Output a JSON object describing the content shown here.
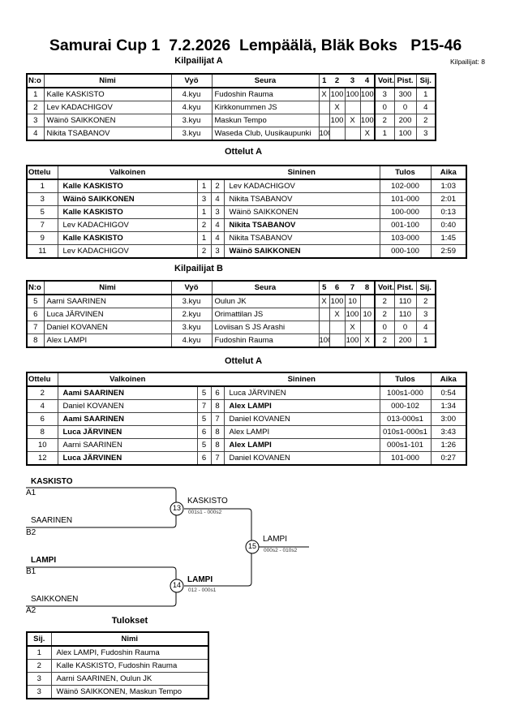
{
  "header": {
    "title": "Samurai Cup 1  7.2.2026  Lempäälä, Bläk Boks   P15-46",
    "competitors_count": "Kilpailijat: 8"
  },
  "pool_a": {
    "title": "Kilpailijat A",
    "columns": [
      "N:o",
      "Nimi",
      "Vyö",
      "Seura",
      "1",
      "2",
      "3",
      "4",
      "Voit.",
      "Pist.",
      "Sij."
    ],
    "rows": [
      {
        "no": "1",
        "name": "Kalle KASKISTO",
        "belt": "4.kyu",
        "club": "Fudoshin Rauma",
        "r": [
          "X",
          "100",
          "100",
          "100"
        ],
        "wins": "3",
        "points": "300",
        "place": "1"
      },
      {
        "no": "2",
        "name": "Lev KADACHIGOV",
        "belt": "4.kyu",
        "club": "Kirkkonummen JS",
        "r": [
          "",
          "X",
          "",
          ""
        ],
        "wins": "0",
        "points": "0",
        "place": "4"
      },
      {
        "no": "3",
        "name": "Wäinö SAIKKONEN",
        "belt": "3.kyu",
        "club": "Maskun Tempo",
        "r": [
          "",
          "100",
          "X",
          "100"
        ],
        "wins": "2",
        "points": "200",
        "place": "2"
      },
      {
        "no": "4",
        "name": "Nikita TSABANOV",
        "belt": "3.kyu",
        "club": "Waseda Club, Uusikaupunki",
        "r": [
          "100",
          "",
          "",
          "X"
        ],
        "wins": "1",
        "points": "100",
        "place": "3"
      }
    ]
  },
  "matches_a": {
    "title": "Ottelut A",
    "columns": [
      "Ottelu",
      "Valkoinen",
      "Sininen",
      "Tulos",
      "Aika"
    ],
    "rows": [
      {
        "no": "1",
        "white": "Kalle KASKISTO",
        "wn": "1",
        "bn": "2",
        "blue": "Lev KADACHIGOV",
        "result": "102-000",
        "time": "1:03",
        "winner": "white"
      },
      {
        "no": "3",
        "white": "Wäinö SAIKKONEN",
        "wn": "3",
        "bn": "4",
        "blue": "Nikita TSABANOV",
        "result": "101-000",
        "time": "2:01",
        "winner": "white"
      },
      {
        "no": "5",
        "white": "Kalle KASKISTO",
        "wn": "1",
        "bn": "3",
        "blue": "Wäinö SAIKKONEN",
        "result": "100-000",
        "time": "0:13",
        "winner": "white"
      },
      {
        "no": "7",
        "white": "Lev KADACHIGOV",
        "wn": "2",
        "bn": "4",
        "blue": "Nikita TSABANOV",
        "result": "001-100",
        "time": "0:40",
        "winner": "blue"
      },
      {
        "no": "9",
        "white": "Kalle KASKISTO",
        "wn": "1",
        "bn": "4",
        "blue": "Nikita TSABANOV",
        "result": "103-000",
        "time": "1:45",
        "winner": "white"
      },
      {
        "no": "11",
        "white": "Lev KADACHIGOV",
        "wn": "2",
        "bn": "3",
        "blue": "Wäinö SAIKKONEN",
        "result": "000-100",
        "time": "2:59",
        "winner": "blue"
      }
    ]
  },
  "pool_b": {
    "title": "Kilpailijat B",
    "columns": [
      "N:o",
      "Nimi",
      "Vyö",
      "Seura",
      "5",
      "6",
      "7",
      "8",
      "Voit.",
      "Pist.",
      "Sij."
    ],
    "rows": [
      {
        "no": "5",
        "name": "Aarni SAARINEN",
        "belt": "3.kyu",
        "club": "Oulun JK",
        "r": [
          "X",
          "100",
          "10",
          ""
        ],
        "wins": "2",
        "points": "110",
        "place": "2"
      },
      {
        "no": "6",
        "name": "Luca JÄRVINEN",
        "belt": "2.kyu",
        "club": "Orimattilan JS",
        "r": [
          "",
          "X",
          "100",
          "10"
        ],
        "wins": "2",
        "points": "110",
        "place": "3"
      },
      {
        "no": "7",
        "name": "Daniel KOVANEN",
        "belt": "3.kyu",
        "club": "Loviisan S JS Arashi",
        "r": [
          "",
          "",
          "X",
          ""
        ],
        "wins": "0",
        "points": "0",
        "place": "4"
      },
      {
        "no": "8",
        "name": "Alex LAMPI",
        "belt": "4.kyu",
        "club": "Fudoshin Rauma",
        "r": [
          "100",
          "",
          "100",
          "X"
        ],
        "wins": "2",
        "points": "200",
        "place": "1"
      }
    ]
  },
  "matches_b": {
    "title": "Ottelut A",
    "columns": [
      "Ottelu",
      "Valkoinen",
      "Sininen",
      "Tulos",
      "Aika"
    ],
    "rows": [
      {
        "no": "2",
        "white": "Aami SAARINEN",
        "wn": "5",
        "bn": "6",
        "blue": "Luca JÄRVINEN",
        "result": "100s1-000",
        "time": "0:54",
        "winner": "white"
      },
      {
        "no": "4",
        "white": "Daniel KOVANEN",
        "wn": "7",
        "bn": "8",
        "blue": "Alex LAMPI",
        "result": "000-102",
        "time": "1:34",
        "winner": "blue"
      },
      {
        "no": "6",
        "white": "Aami SAARINEN",
        "wn": "5",
        "bn": "7",
        "blue": "Daniel KOVANEN",
        "result": "013-000s1",
        "time": "3:00",
        "winner": "white"
      },
      {
        "no": "8",
        "white": "Luca JÄRVINEN",
        "wn": "6",
        "bn": "8",
        "blue": "Alex LAMPI",
        "result": "010s1-000s1",
        "time": "3:43",
        "winner": "white"
      },
      {
        "no": "10",
        "white": "Aarni SAARINEN",
        "wn": "5",
        "bn": "8",
        "blue": "Alex LAMPI",
        "result": "000s1-101",
        "time": "1:26",
        "winner": "blue"
      },
      {
        "no": "12",
        "white": "Luca JÄRVINEN",
        "wn": "6",
        "bn": "7",
        "blue": "Daniel KOVANEN",
        "result": "101-000",
        "time": "0:27",
        "winner": "white"
      }
    ]
  },
  "bracket": {
    "semi1": {
      "top_name": "KASKISTO",
      "top_seed": "A1",
      "bottom_name": "SAARINEN",
      "bottom_seed": "B2",
      "match_no": "13",
      "winner": "KASKISTO",
      "score": "001s1 - 000s2"
    },
    "semi2": {
      "top_name": "LAMPI",
      "top_seed": "B1",
      "bottom_name": "SAIKKONEN",
      "bottom_seed": "A2",
      "match_no": "14",
      "winner": "LAMPI",
      "score": "012 - 000s1"
    },
    "final": {
      "match_no": "15",
      "winner": "LAMPI",
      "score": "000s2 - 010s2"
    }
  },
  "results": {
    "title": "Tulokset",
    "columns": [
      "Sij.",
      "Nimi"
    ],
    "rows": [
      {
        "place": "1",
        "name": "Alex LAMPI, Fudoshin Rauma"
      },
      {
        "place": "2",
        "name": "Kalle KASKISTO, Fudoshin Rauma"
      },
      {
        "place": "3",
        "name": "Aarni SAARINEN, Oulun JK"
      },
      {
        "place": "3",
        "name": "Wäinö SAIKKONEN, Maskun Tempo"
      }
    ]
  }
}
